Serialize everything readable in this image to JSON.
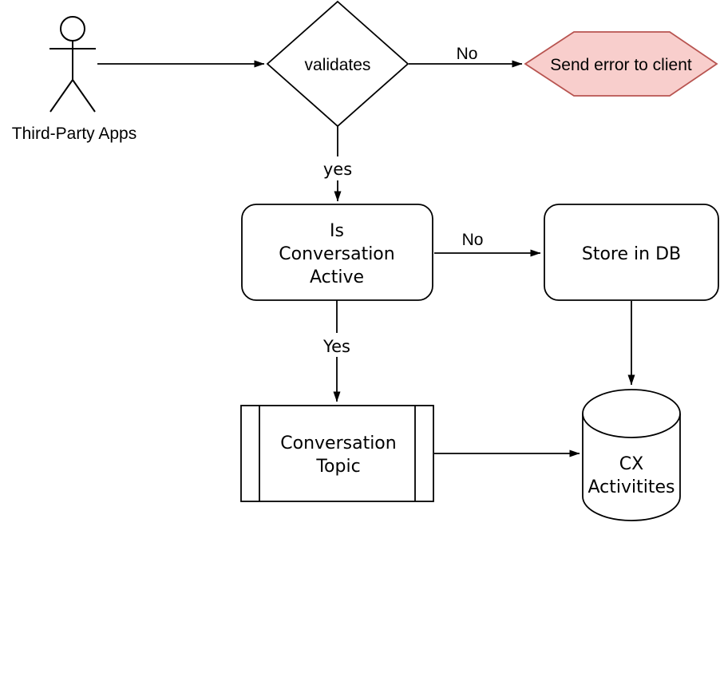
{
  "colors": {
    "line": "#000000",
    "text": "#000000",
    "shape_fill": "#ffffff",
    "error_fill": "#f8cecc",
    "error_stroke": "#b85450"
  },
  "actor": {
    "label": "Third-Party Apps"
  },
  "nodes": {
    "validates": {
      "shape": "decision-diamond",
      "label": "validates"
    },
    "send_error": {
      "shape": "hexagon",
      "label": "Send error to client"
    },
    "is_conversation_active": {
      "shape": "rounded-rectangle",
      "line1": "Is",
      "line2": "Conversation",
      "line3": "Active"
    },
    "store_in_db": {
      "shape": "rounded-rectangle",
      "label": "Store in DB"
    },
    "conversation_topic": {
      "shape": "predefined-process",
      "line1": "Conversation",
      "line2": "Topic"
    },
    "cx_activities": {
      "shape": "database-cylinder",
      "line1": "CX",
      "line2": "Activitites"
    }
  },
  "edges": {
    "validates_no": {
      "label": "No"
    },
    "validates_yes": {
      "label": "yes"
    },
    "active_no": {
      "label": "No"
    },
    "active_yes": {
      "label": "Yes"
    }
  }
}
